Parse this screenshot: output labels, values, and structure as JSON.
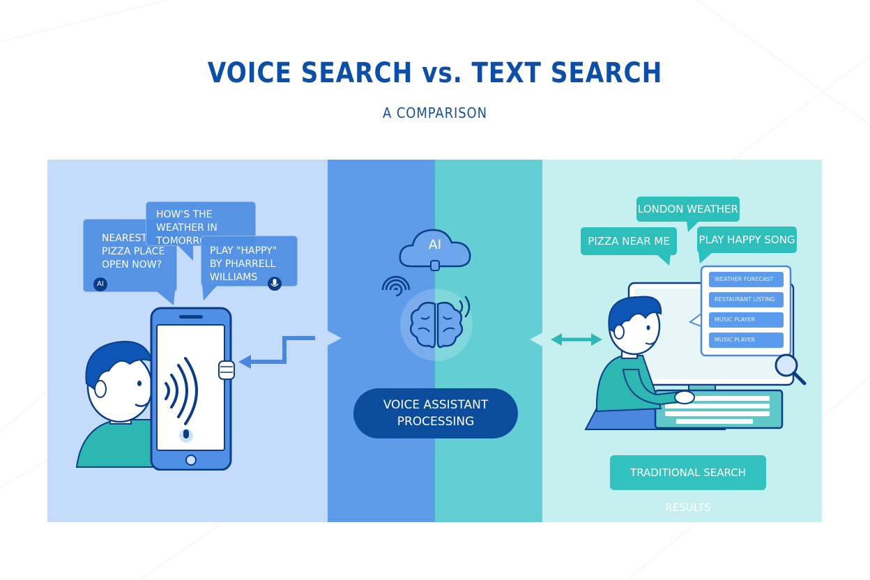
{
  "header": {
    "title": "VOICE SEARCH vs. TEXT SEARCH",
    "subtitle": "A COMPARISON"
  },
  "voice_panel": {
    "bubbles": [
      {
        "text": "NEAREST PIZZA PLACE OPEN NOW?"
      },
      {
        "text": "HOW'S THE WEATHER IN TOMORROW?"
      },
      {
        "text": "PLAY \"HAPPY\" BY PHARRELL WILLIAMS"
      }
    ],
    "ai_badge": "AI"
  },
  "center_panel": {
    "cloud_label": "AI",
    "processing_label_1": "VOICE ASSISTANT",
    "processing_label_2": "PROCESSING"
  },
  "text_panel": {
    "queries": [
      {
        "text": "LONDON WEATHER"
      },
      {
        "text": "PIZZA NEAR ME"
      },
      {
        "text": "PLAY HAPPY SONG"
      }
    ],
    "results": [
      "WEATHER FORECAST",
      "RESTAURANT LISTING",
      "MUSIC PLAYER",
      "MUSIC PLAYER"
    ],
    "results_label": "TRADITIONAL SEARCH RESULTS"
  },
  "colors": {
    "title": "#0d4fa8",
    "voice_bg": "#c4dcfa",
    "center_left_bg": "#5e9be9",
    "center_right_bg": "#63cfd4",
    "text_bg": "#c6eff0",
    "accent_dark": "#0b4d9c",
    "accent_teal": "#2dbfbc"
  }
}
